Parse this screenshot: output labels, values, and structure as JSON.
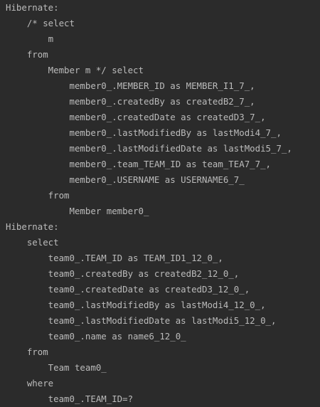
{
  "console": {
    "lines": [
      "Hibernate:",
      "    /* select",
      "        m",
      "    from",
      "        Member m */ select",
      "            member0_.MEMBER_ID as MEMBER_I1_7_,",
      "            member0_.createdBy as createdB2_7_,",
      "            member0_.createdDate as createdD3_7_,",
      "            member0_.lastModifiedBy as lastModi4_7_,",
      "            member0_.lastModifiedDate as lastModi5_7_,",
      "            member0_.team_TEAM_ID as team_TEA7_7_,",
      "            member0_.USERNAME as USERNAME6_7_",
      "        from",
      "            Member member0_",
      "Hibernate:",
      "    select",
      "        team0_.TEAM_ID as TEAM_ID1_12_0_,",
      "        team0_.createdBy as createdB2_12_0_,",
      "        team0_.createdDate as createdD3_12_0_,",
      "        team0_.lastModifiedBy as lastModi4_12_0_,",
      "        team0_.lastModifiedDate as lastModi5_12_0_,",
      "        team0_.name as name6_12_0_",
      "    from",
      "        Team team0_",
      "    where",
      "        team0_.TEAM_ID=?"
    ]
  }
}
